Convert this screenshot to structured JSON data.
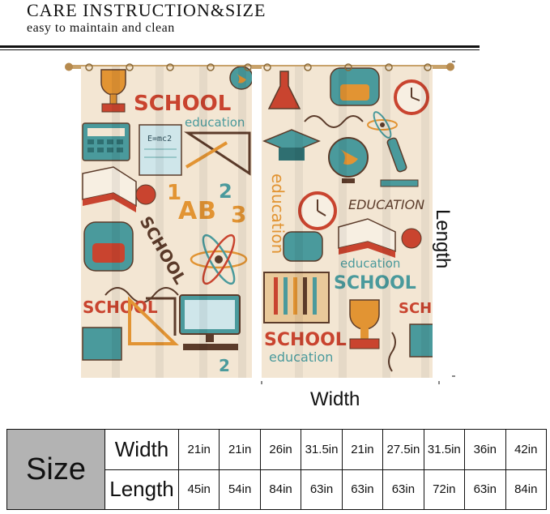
{
  "header": {
    "title": "CARE INSTRUCTION&SIZE",
    "subtitle": "easy to maintain and clean"
  },
  "curtain_art": {
    "texts": [
      "SCHOOL",
      "education",
      "education",
      "EDUCATION",
      "education",
      "SCHOOL",
      "education",
      "SCHOOL",
      "SCHOOL",
      "E=mc2",
      "1",
      "A",
      "B",
      "2",
      "3",
      "2"
    ],
    "colors": {
      "fabric": "#f3e6d3",
      "teal": "#4a9a9c",
      "orange": "#e29433",
      "red": "#c9442f",
      "brown": "#5b3b2a",
      "rod": "#c8a26a"
    }
  },
  "dimensions": {
    "length_label": "Length",
    "width_label": "Width"
  },
  "size_table": {
    "header": "Size",
    "width_label": "Width",
    "length_label": "Length",
    "widths": [
      "21in",
      "21in",
      "26in",
      "31.5in",
      "21in",
      "27.5in",
      "31.5in",
      "36in",
      "42in"
    ],
    "lengths": [
      "45in",
      "54in",
      "84in",
      "63in",
      "63in",
      "63in",
      "72in",
      "63in",
      "84in"
    ]
  }
}
